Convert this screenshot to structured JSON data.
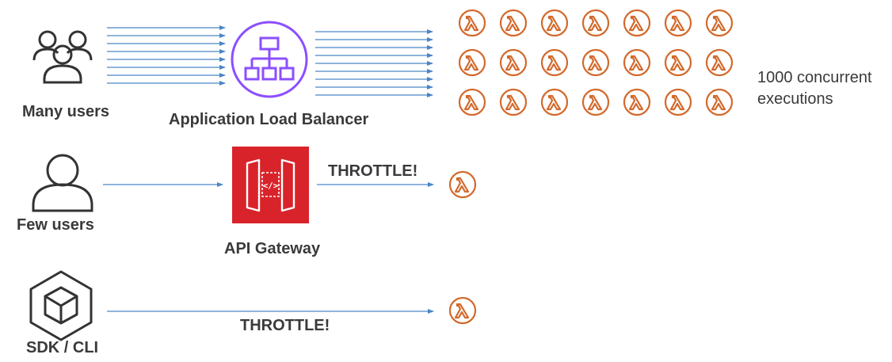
{
  "labels": {
    "many_users": "Many users",
    "alb": "Application Load Balancer",
    "concurrency_line1": "1000 concurrent",
    "concurrency_line2": "executions",
    "few_users": "Few users",
    "api_gateway": "API Gateway",
    "throttle_api": "THROTTLE!",
    "sdk_cli": "SDK / CLI",
    "throttle_sdk": "THROTTLE!"
  },
  "icons": {
    "many_users": "users-group-icon",
    "alb": "application-load-balancer-icon",
    "few_users": "user-icon",
    "api_gateway": "api-gateway-icon",
    "sdk_cli": "sdk-cube-icon",
    "lambda": "lambda-icon"
  },
  "colors": {
    "arrow": "#4a86c6",
    "lambda": "#d3692b",
    "alb": "#8c4fff",
    "api_gateway": "#d9232a"
  }
}
